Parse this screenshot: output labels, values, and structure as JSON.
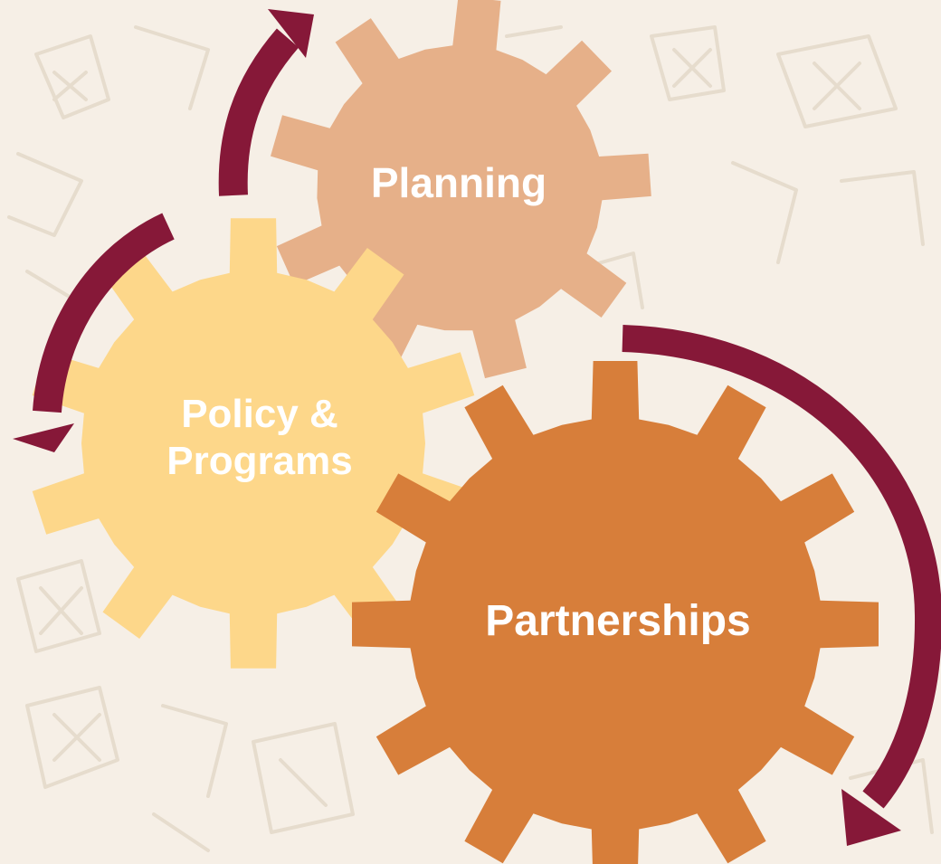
{
  "colors": {
    "background": "#f6efe6",
    "pattern": "#e6dccd",
    "planning_gear": "#e6b089",
    "policy_gear": "#fdd78a",
    "partnerships_gear": "#d77e3a",
    "arrow": "#861838",
    "label_text": "#ffffff"
  },
  "gears": {
    "planning": {
      "label": "Planning"
    },
    "policy": {
      "line1": "Policy &",
      "line2": "Programs"
    },
    "partnerships": {
      "label": "Partnerships"
    }
  }
}
